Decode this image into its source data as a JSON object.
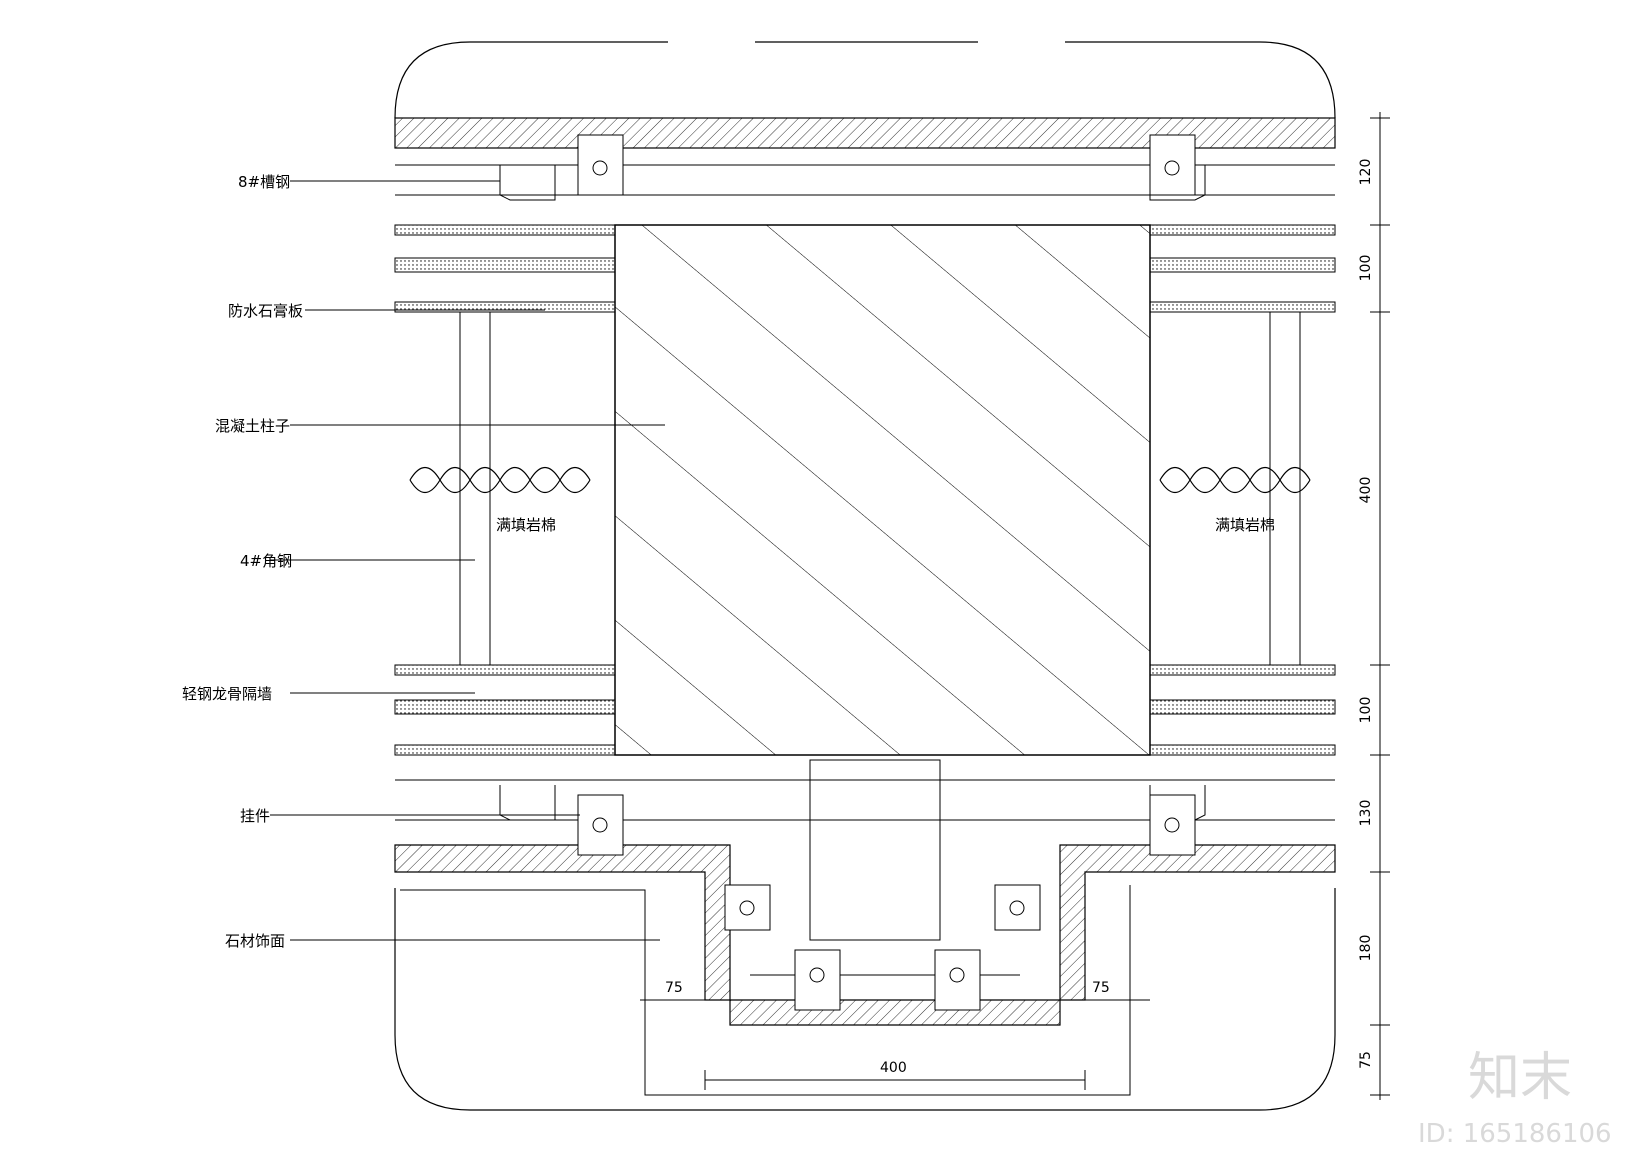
{
  "labels": {
    "steel_channel": "8#槽钢",
    "gypsum_board": "防水石膏板",
    "concrete_column": "混凝土柱子",
    "angle_steel": "4#角钢",
    "partition_wall": "轻钢龙骨隔墙",
    "hanger": "挂件",
    "stone_veneer": "石材饰面",
    "rock_wool_left": "满填岩棉",
    "rock_wool_right": "满填岩棉"
  },
  "dimensions": {
    "right": [
      "120",
      "100",
      "400",
      "100",
      "130",
      "180",
      "75"
    ],
    "bottom_left": "75",
    "bottom_right": "75",
    "bottom_width": "400"
  },
  "watermark": {
    "brand": "知末",
    "id": "ID: 165186106"
  }
}
